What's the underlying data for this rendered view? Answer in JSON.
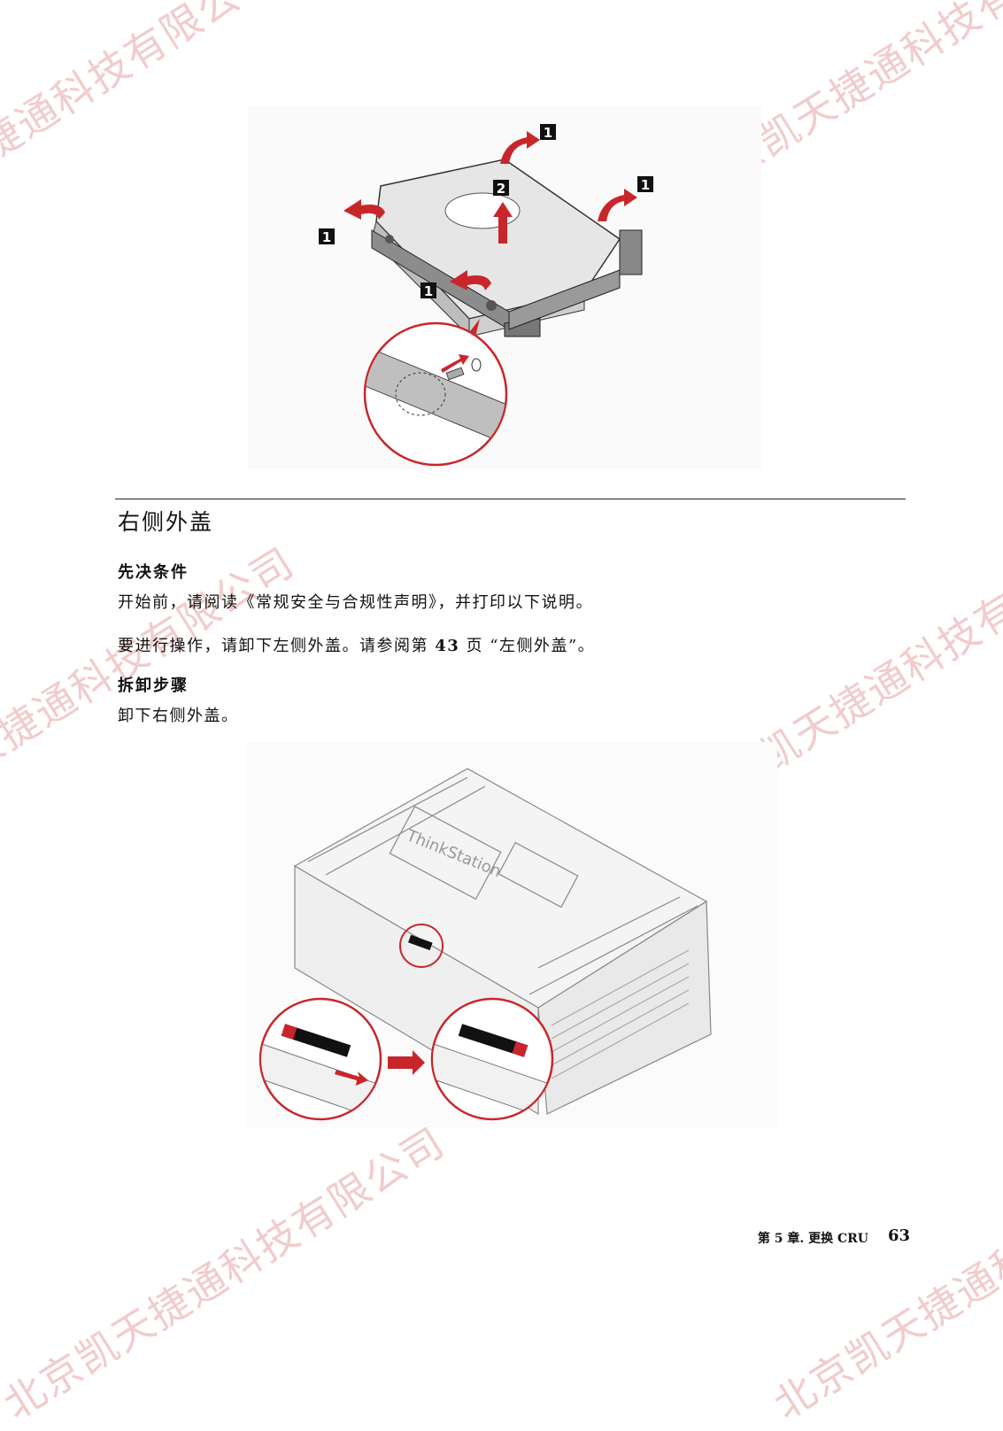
{
  "section_title": "右侧外盖",
  "prerequisites_heading": "先决条件",
  "prerequisites_text": "开始前，请阅读《常规安全与合规性声明》，并打印以下说明。",
  "prerequisites_text2_prefix": "要进行操作，请卸下左侧外盖。请参阅第 ",
  "prerequisites_text2_page": "43",
  "prerequisites_text2_suffix": " 页 “左侧外盖”。",
  "removal_heading": "拆卸步骤",
  "removal_text": "卸下右侧外盖。",
  "footer_text": "第 5 章. 更换 CRU",
  "page_number": "63",
  "figure1": {
    "callouts": [
      "1",
      "2",
      "1",
      "1",
      "1"
    ]
  },
  "watermark_text": "北京凯天捷通科技有限公司",
  "colors": {
    "accent_red": "#c8262a",
    "watermark": "#e6a3a3"
  }
}
